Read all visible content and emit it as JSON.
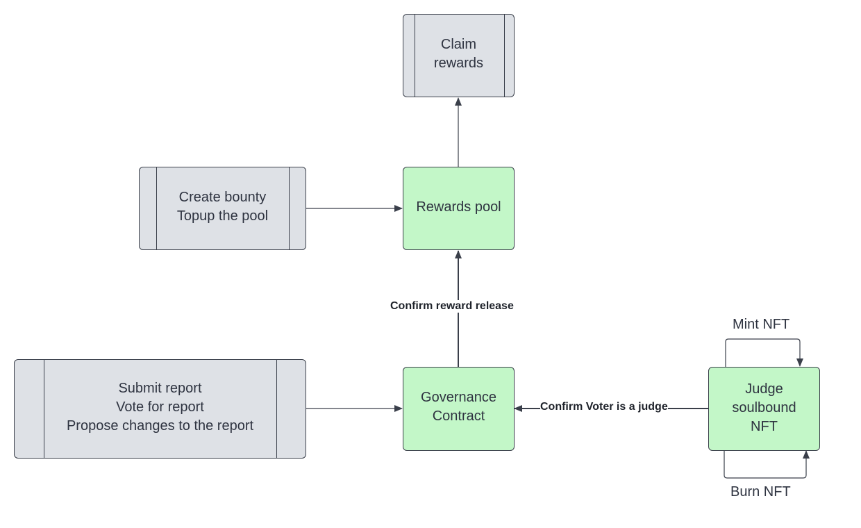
{
  "nodes": {
    "claim_rewards": {
      "lines": [
        "Claim",
        "rewards"
      ]
    },
    "create_bounty": {
      "lines": [
        "Create bounty",
        "Topup the pool"
      ]
    },
    "rewards_pool": {
      "lines": [
        "Rewards pool"
      ]
    },
    "submit_report": {
      "lines": [
        "Submit report",
        "Vote for report",
        "Propose changes to the report"
      ]
    },
    "governance_contract": {
      "lines": [
        "Governance",
        "Contract"
      ]
    },
    "judge_nft": {
      "lines": [
        "Judge",
        "soulbound",
        "NFT"
      ]
    }
  },
  "edges": {
    "confirm_reward_release": "Confirm reward release",
    "confirm_voter_judge": "Confirm Voter is a judge",
    "mint_nft": "Mint NFT",
    "burn_nft": "Burn NFT"
  },
  "colors": {
    "process_fill": "#dee1e6",
    "contract_fill": "#c3f7c8",
    "stroke": "#3a3f4a"
  }
}
